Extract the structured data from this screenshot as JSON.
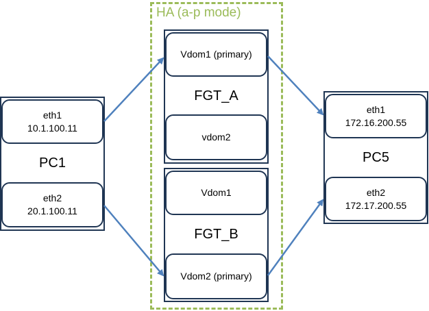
{
  "ha_group": {
    "label": "HA (a-p mode)"
  },
  "pc1": {
    "name": "PC1",
    "eth1": {
      "name": "eth1",
      "ip": "10.1.100.11"
    },
    "eth2": {
      "name": "eth2",
      "ip": "20.1.100.11"
    }
  },
  "fgt_a": {
    "name": "FGT_A",
    "vdom_top": "Vdom1 (primary)",
    "vdom_bottom": "vdom2"
  },
  "fgt_b": {
    "name": "FGT_B",
    "vdom_top": "Vdom1",
    "vdom_bottom": "Vdom2 (primary)"
  },
  "pc5": {
    "name": "PC5",
    "eth1": {
      "name": "eth1",
      "ip": "172.16.200.55"
    },
    "eth2": {
      "name": "eth2",
      "ip": "172.17.200.55"
    }
  },
  "colors": {
    "box_border": "#1f3553",
    "arrow": "#4f81bd",
    "ha_frame": "#9bbb59"
  }
}
